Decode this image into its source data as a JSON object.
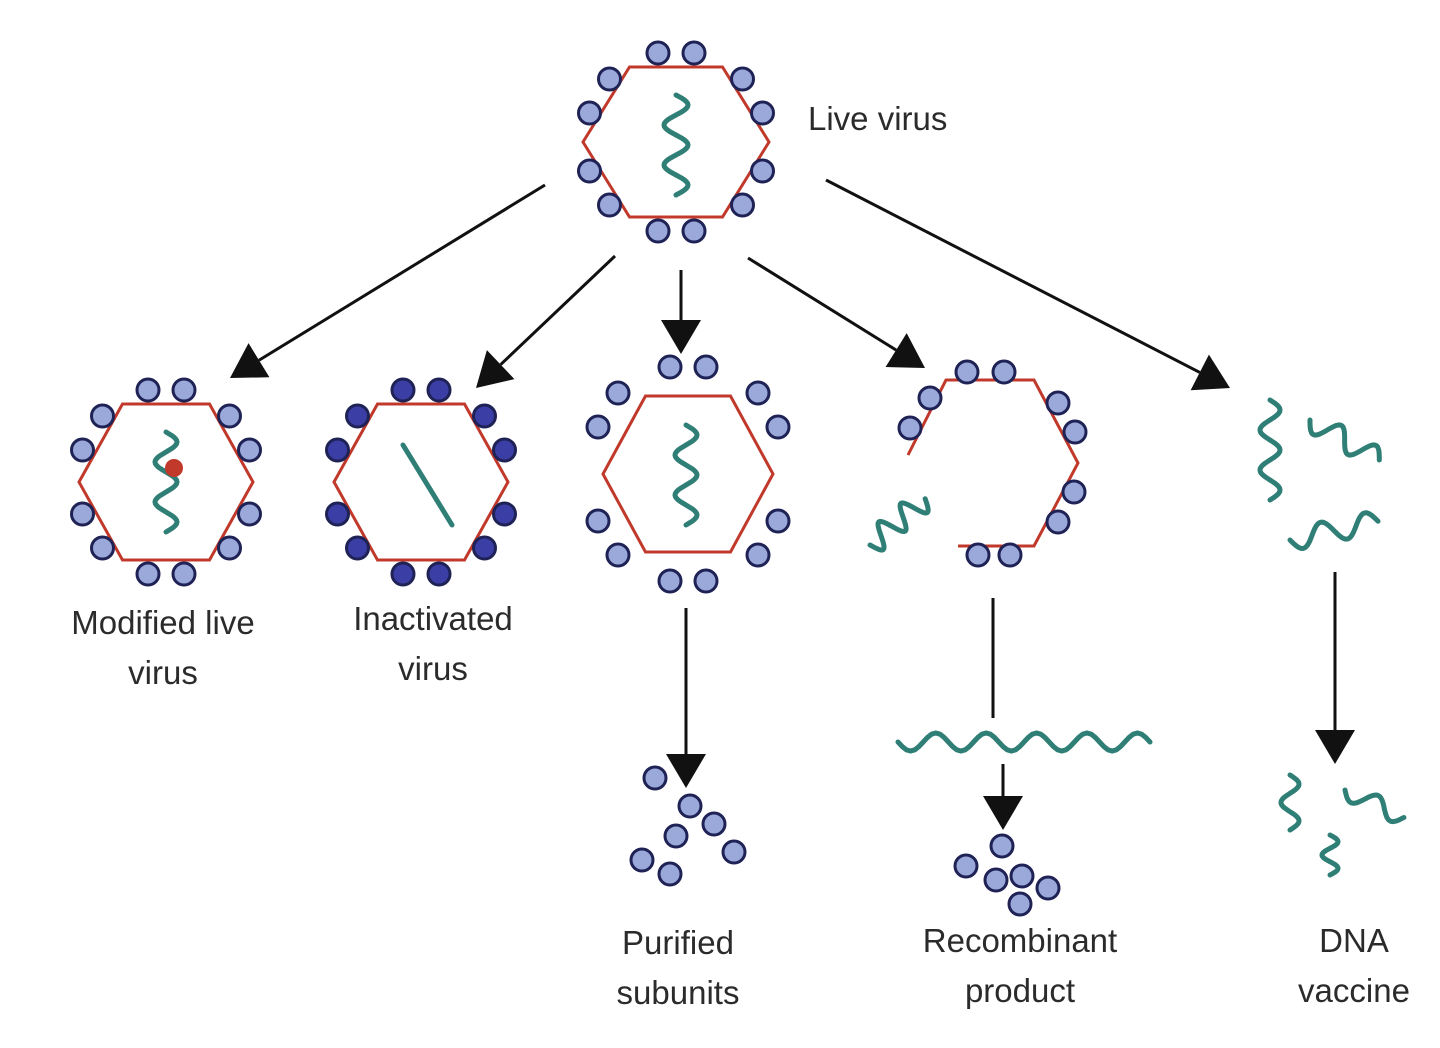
{
  "labels": {
    "live_virus": "Live virus",
    "modified_live": [
      "Modified live",
      "virus"
    ],
    "inactivated": [
      "Inactivated",
      "virus"
    ],
    "purified": [
      "Purified",
      "subunits"
    ],
    "recombinant": [
      "Recombinant",
      "product"
    ],
    "dna": [
      "DNA",
      "vaccine"
    ]
  },
  "colors": {
    "capsid": "#c0392b",
    "antigen_fill": "#9aa8da",
    "antigen_dark": "#3a3ea5",
    "antigen_stroke": "#1f2255",
    "nucleic_acid": "#2f7f76",
    "mutation": "#c0392b",
    "arrow": "#111111",
    "text": "#2b2b2b"
  }
}
